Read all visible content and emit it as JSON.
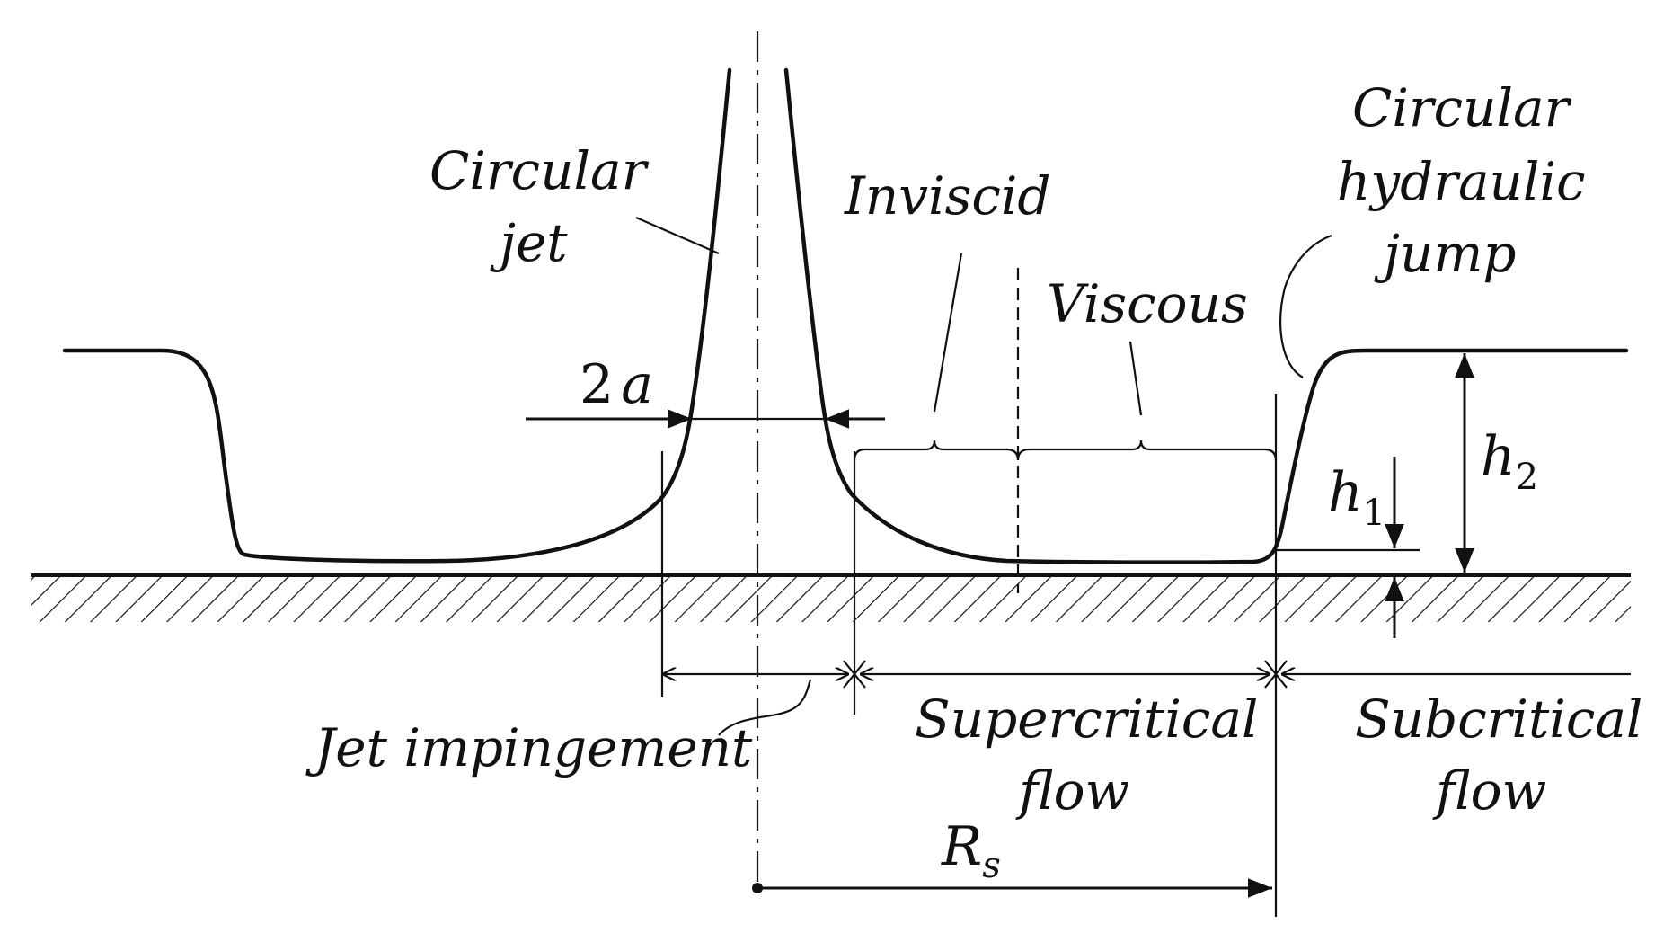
{
  "labels": {
    "circular_jet": [
      "Circular",
      "jet"
    ],
    "inviscid": "Inviscid",
    "viscous": "Viscous",
    "circular_hydraulic_jump": [
      "Circular",
      "hydraulic",
      "jump"
    ],
    "jet_impingement": "Jet impingement",
    "supercritical_flow": [
      "Supercritical",
      "flow"
    ],
    "subcritical_flow": [
      "Subcritical",
      "flow"
    ]
  },
  "symbols": {
    "jet_diameter": {
      "coef": "2",
      "var": "a"
    },
    "h1": {
      "base": "h",
      "sub": "1"
    },
    "h2": {
      "base": "h",
      "sub": "2"
    },
    "rs": {
      "base": "R",
      "sub": "s"
    }
  }
}
